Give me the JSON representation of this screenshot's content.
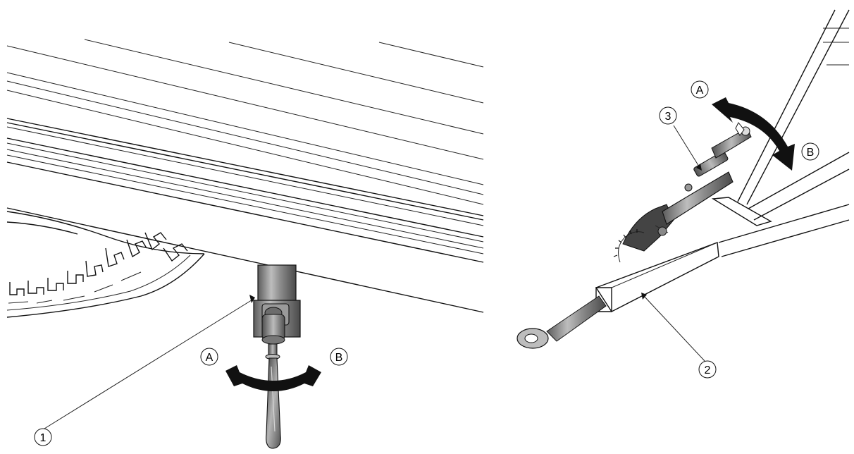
{
  "left_view": {
    "callouts": {
      "part1": "1",
      "motion_a": "A",
      "motion_b": "B"
    }
  },
  "right_view": {
    "callouts": {
      "part2": "2",
      "part3": "3",
      "motion_a": "A",
      "motion_b": "B"
    }
  },
  "colors": {
    "line": "#111111",
    "metal_dark": "#6f6f6f",
    "metal_mid": "#a8a8a8",
    "metal_light": "#d8d8d8",
    "arrow": "#111111"
  }
}
